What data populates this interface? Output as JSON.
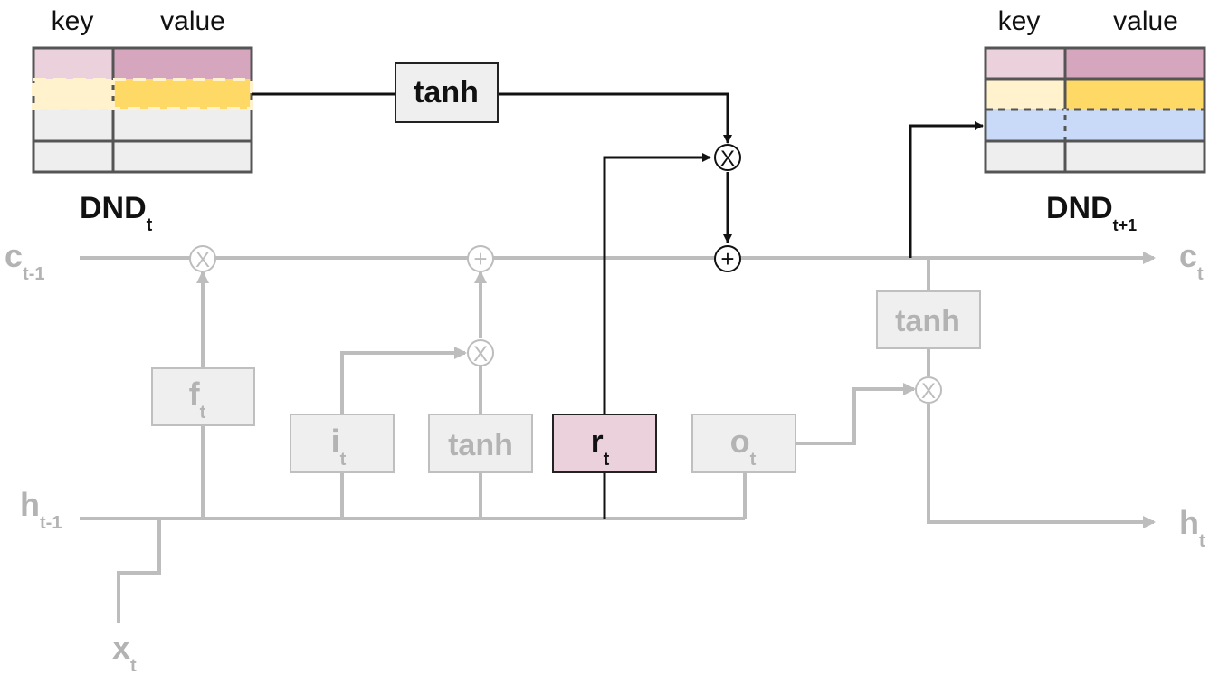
{
  "tables": {
    "left": {
      "key_header": "key",
      "value_header": "value",
      "name": "DND",
      "sub": "t"
    },
    "right": {
      "key_header": "key",
      "value_header": "value",
      "name": "DND",
      "sub": "t+1"
    }
  },
  "boxes": {
    "tanh_top": "tanh",
    "forget": {
      "main": "f",
      "sub": "t"
    },
    "input": {
      "main": "i",
      "sub": "t"
    },
    "tanh_cand": "tanh",
    "reinstate": {
      "main": "r",
      "sub": "t"
    },
    "output": {
      "main": "o",
      "sub": "t"
    },
    "tanh_out": "tanh"
  },
  "ops": {
    "times": "X",
    "plus": "+"
  },
  "signals": {
    "c_prev": {
      "main": "c",
      "sub": "t-1"
    },
    "c_next": {
      "main": "c",
      "sub": "t"
    },
    "h_prev": {
      "main": "h",
      "sub": "t-1"
    },
    "h_next": {
      "main": "h",
      "sub": "t"
    },
    "x": {
      "main": "x",
      "sub": "t"
    }
  },
  "colors": {
    "black": "#111111",
    "gray_line": "#bdbdbd",
    "gray_text": "#b3b3b3",
    "box_fill": "#efefef",
    "box_stroke": "#bfbfbf",
    "pink_light": "#ead1dc",
    "pink_dark": "#d5a6bd",
    "yellow_light": "#fff2cc",
    "yellow_dark": "#ffd966",
    "blue": "#c9daf8",
    "r_fill": "#ead1dc",
    "table_border": "#555555"
  }
}
